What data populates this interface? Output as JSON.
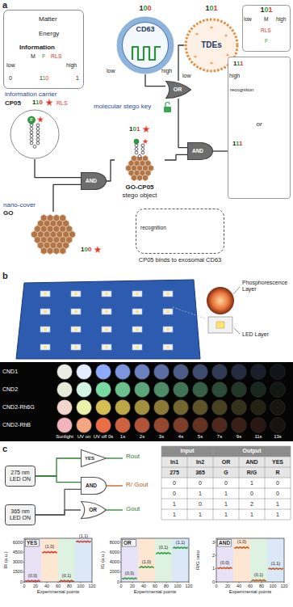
{
  "diagram": {
    "nodes": [
      {
        "text": [
          "Matter",
          "Energy",
          "Information"
        ]
      },
      {
        "text": [
          "CD63"
        ]
      },
      {
        "text": [
          "TDEs"
        ]
      },
      {
        "text": [
          "101"
        ]
      },
      {
        "text": [
          "OR"
        ]
      },
      {
        "text": [
          "information carrier",
          "CP05"
        ]
      },
      {
        "text": [
          "nano-cover",
          "GO"
        ]
      },
      {
        "text": [
          "AND"
        ]
      },
      {
        "text": [
          "GO-CP05",
          "stego object"
        ]
      },
      {
        "text": [
          "AND"
        ]
      },
      {
        "text": [
          "or"
        ]
      },
      {
        "text": [
          "recognition",
          "CP05 binds to exosomal CD63"
        ]
      },
      {
        "text": [
          "275 nm LED ON"
        ]
      },
      {
        "text": [
          "365 nm LED ON"
        ]
      },
      {
        "text": [
          "YES"
        ]
      },
      {
        "text": [
          "AND"
        ]
      },
      {
        "text": [
          "OR"
        ]
      }
    ],
    "edges": [
      {
        "from": 1,
        "to": 4,
        "arrow": "none"
      },
      {
        "from": 2,
        "to": 4,
        "arrow": "none"
      },
      {
        "from": 4,
        "to": 9,
        "arrow": "none"
      },
      {
        "from": 5,
        "to": 7,
        "arrow": "none"
      },
      {
        "from": 6,
        "to": 7,
        "arrow": "none"
      },
      {
        "from": 7,
        "to": 8,
        "arrow": "none"
      },
      {
        "from": 8,
        "to": 9,
        "arrow": "none"
      },
      {
        "from": 9,
        "to": 10,
        "arrow": "none"
      },
      {
        "from": 12,
        "to": 14,
        "arrow": "none"
      },
      {
        "from": 12,
        "to": 15,
        "arrow": "none"
      },
      {
        "from": 13,
        "to": 15,
        "arrow": "none"
      },
      {
        "from": 13,
        "to": 16,
        "arrow": "none"
      }
    ],
    "labels": [
      "a",
      "low",
      "M",
      "F",
      "RLS",
      "high",
      "0",
      "110",
      "1",
      "100",
      "low",
      "high",
      "101",
      "low",
      "high",
      "low",
      "M",
      "high",
      "RLS",
      "F",
      "molecular stego key",
      "110",
      "RLS",
      "100",
      "101",
      "111",
      "recognition",
      "111",
      "F",
      "b",
      "Phosphorescence Layer",
      "LED Layer",
      "CND1",
      "CND2",
      "CND2-Rh6G",
      "CND2-RhB",
      "Sunlight",
      "UV on",
      "UV off 0s",
      "1s",
      "2s",
      "3s",
      "4s",
      "5s",
      "7s",
      "9s",
      "11s",
      "13s",
      "c",
      "Rout",
      "R/ Gout",
      "Gout",
      "Input",
      "Output",
      "In1",
      "In2",
      "OR",
      "AND",
      "YES",
      "275",
      "365",
      "G",
      "R/G",
      "R",
      "0",
      "0",
      "0",
      "1",
      "0",
      "0",
      "1",
      "1",
      "0",
      "0",
      "1",
      "0",
      "1",
      "2",
      "1",
      "1",
      "1",
      "1",
      "1",
      "1",
      "YES",
      "IR (a.u.)",
      "0",
      "1500",
      "3000",
      "4500",
      "6000",
      "0",
      "20",
      "40",
      "60",
      "80",
      "100",
      "120",
      "Experimental points",
      "(0,0)",
      "(1,0)",
      "(0,1)",
      "(1,1)",
      "OR",
      "IG (a.u.)",
      "0",
      "2000",
      "4000",
      "6000",
      "8000",
      "0",
      "20",
      "40",
      "60",
      "80",
      "100",
      "120",
      "Experimental points",
      "(0,0)",
      "(1,0)",
      "(0,1)",
      "(1,1)",
      "AND",
      "R/G ratio",
      "0",
      "1",
      "2",
      "3",
      "0",
      "20",
      "40",
      "60",
      "80",
      "100",
      "120",
      "Experimental points",
      "(0,0)",
      "(1,0)",
      "(0,1)",
      "(1,1)"
    ]
  }
}
